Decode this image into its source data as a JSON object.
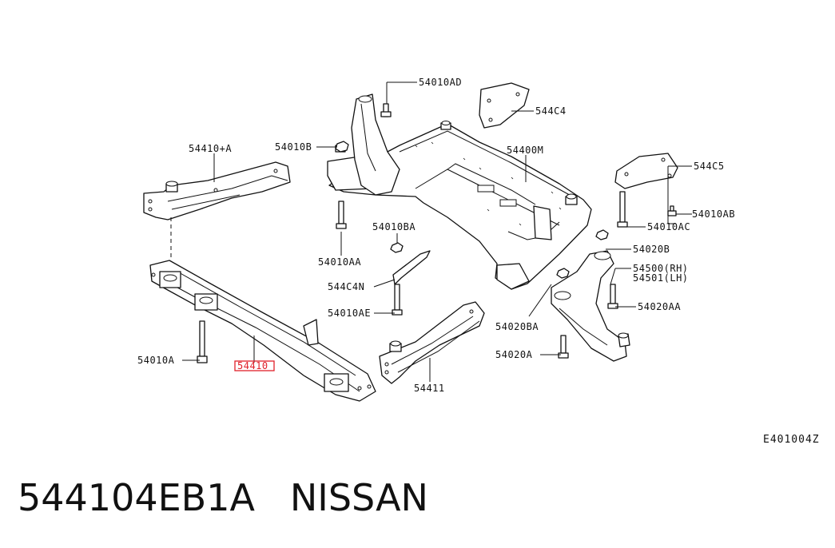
{
  "callouts": {
    "c54010AD": "54010AD",
    "c544C4": "544C4",
    "c54410A": "54410+A",
    "c54010B": "54010B",
    "c54400M": "54400M",
    "c544C5": "544C5",
    "c54010AB": "54010AB",
    "c54010AC": "54010AC",
    "c54010BA": "54010BA",
    "c54020B": "54020B",
    "c54010AA": "54010AA",
    "c54500RH": "54500(RH)",
    "c54501LH": "54501(LH)",
    "c544C4N": "544C4N",
    "c54010AE": "54010AE",
    "c54020AA": "54020AA",
    "c54020BA": "54020BA",
    "c54010A": "54010A",
    "c54410": "54410",
    "c54020A": "54020A",
    "c54411": "54411"
  },
  "highlight_color": "#e0202a",
  "diagram_code": "E401004Z",
  "footer": {
    "part_number": "544104EB1A",
    "brand": "NISSAN"
  }
}
